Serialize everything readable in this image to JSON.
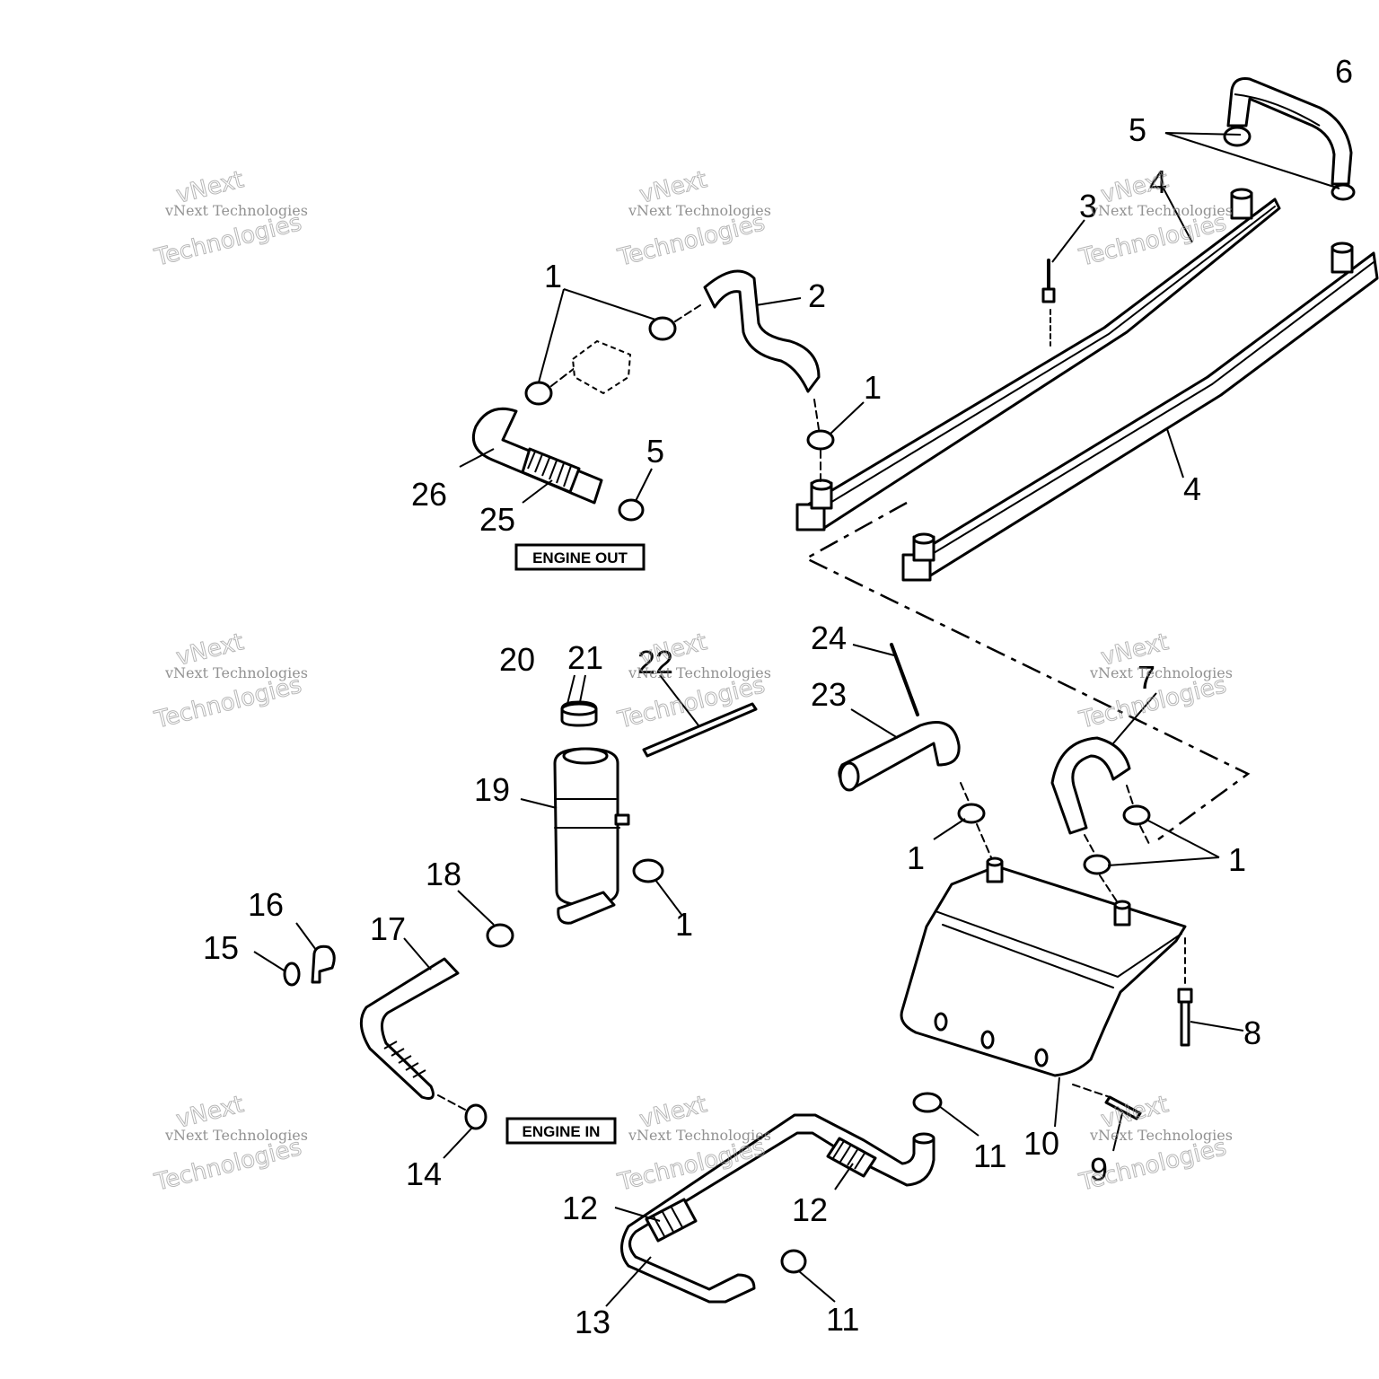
{
  "callouts": {
    "c1a": "1",
    "c1b": "1",
    "c1c": "1",
    "c1d": "1",
    "c1e": "1",
    "c2": "2",
    "c3": "3",
    "c4a": "4",
    "c4b": "4",
    "c5a": "5",
    "c5b": "5",
    "c6": "6",
    "c7": "7",
    "c8": "8",
    "c9": "9",
    "c10": "10",
    "c11a": "11",
    "c11b": "11",
    "c12a": "12",
    "c12b": "12",
    "c13": "13",
    "c14": "14",
    "c15": "15",
    "c16": "16",
    "c17": "17",
    "c18": "18",
    "c19": "19",
    "c20": "20",
    "c21": "21",
    "c22": "22",
    "c23": "23",
    "c24": "24",
    "c25": "25",
    "c26": "26"
  },
  "labels": {
    "engine_out": "ENGINE OUT",
    "engine_in": "ENGINE IN"
  },
  "watermark": {
    "line1": "vNext Technologies",
    "line2": "vNext",
    "line3": "Technologies"
  }
}
